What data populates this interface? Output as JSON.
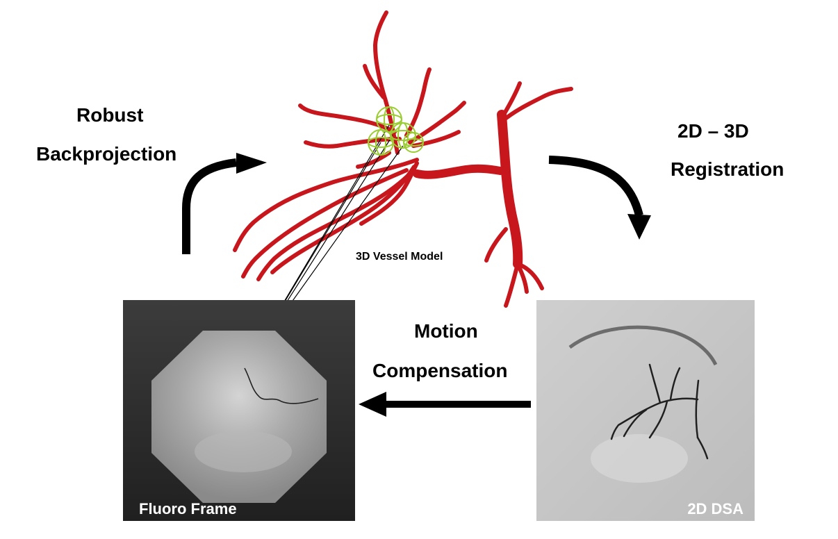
{
  "labels": {
    "robust_line1": "Robust",
    "robust_line2": "Backprojection",
    "registration_line1": "2D – 3D",
    "registration_line2": "Registration",
    "motion_line1": "Motion",
    "motion_line2": "Compensation",
    "model": "3D Vessel Model",
    "fluoro": "Fluoro Frame",
    "dsa": "2D DSA"
  },
  "colors": {
    "vessel": "#c8161d",
    "vessel_dark": "#8e0d12",
    "marker": "#9acd32",
    "arrow": "#000000"
  }
}
